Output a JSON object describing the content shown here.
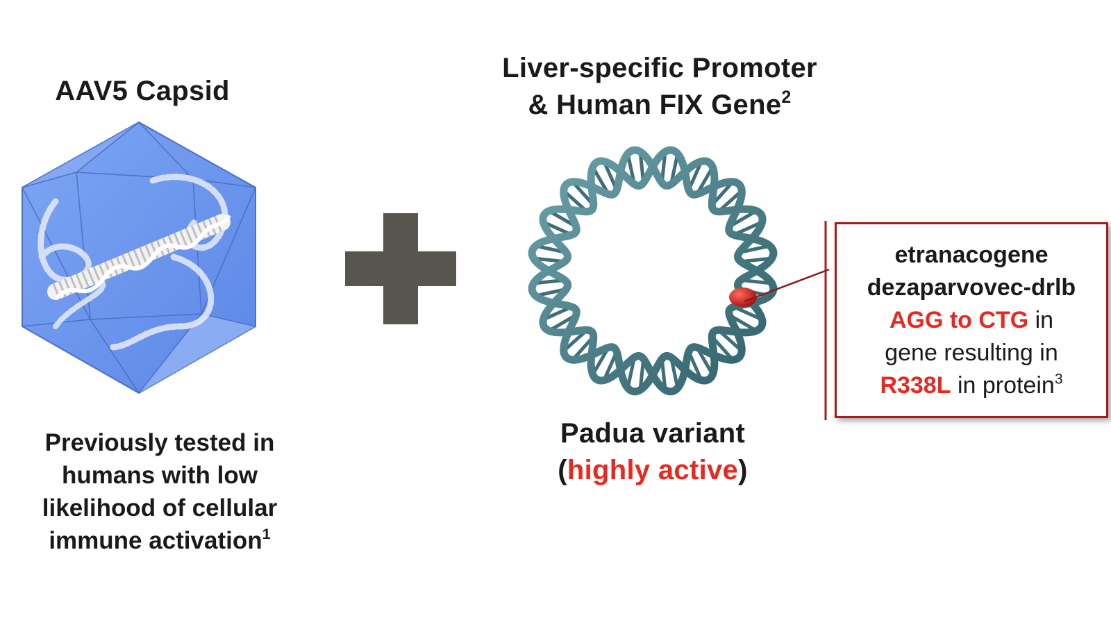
{
  "left": {
    "title": "AAV5 Capsid",
    "caption_lines": [
      "Previously tested in",
      "humans with low",
      "likelihood of cellular",
      "immune activation"
    ],
    "caption_ref": "1"
  },
  "right": {
    "title_line1": "Liver-specific Promoter",
    "title_line2": "& Human FIX Gene",
    "title_ref": "2",
    "caption_line1": "Padua variant",
    "caption_open": "(",
    "caption_highlight": "highly active",
    "caption_close": ")"
  },
  "callout": {
    "line1": "etranacogene",
    "line2": "dezaparvovec-drlb",
    "line3_red": "AGG to CTG",
    "line3_rest": " in",
    "line4": "gene resulting in",
    "line5_red": "R338L",
    "line5_rest": " in protein",
    "line5_ref": "3"
  },
  "colors": {
    "capsid": "#6a94ee",
    "dna": "#4d7f8a",
    "plus": "#58544e",
    "highlight_red": "#e8291f",
    "callout_border": "#a11d1d"
  }
}
